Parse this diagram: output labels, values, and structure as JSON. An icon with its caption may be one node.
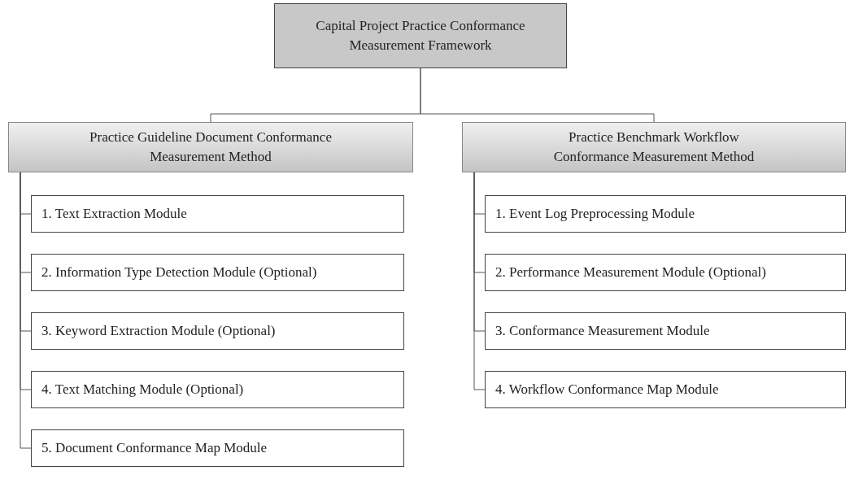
{
  "diagram": {
    "nodes": [
      {
        "text": [
          "Capital Project Practice Conformance Measurement Framework"
        ]
      },
      {
        "text": [
          "Practice Guideline Document Conformance Measurement Method"
        ]
      },
      {
        "text": [
          "1. Text Extraction Module"
        ]
      },
      {
        "text": [
          "2. Information Type Detection Module (Optional)"
        ]
      },
      {
        "text": [
          "3. Keyword Extraction Module (Optional)"
        ]
      },
      {
        "text": [
          "4. Text Matching Module (Optional)"
        ]
      },
      {
        "text": [
          "5. Document Conformance Map Module"
        ]
      },
      {
        "text": [
          "Practice Benchmark Workflow Conformance Measurement Method"
        ]
      },
      {
        "text": [
          "1. Event Log Preprocessing Module"
        ]
      },
      {
        "text": [
          "2. Performance Measurement Module (Optional)"
        ]
      },
      {
        "text": [
          "3. Conformance Measurement Module"
        ]
      },
      {
        "text": [
          "4. Workflow Conformance Map Module"
        ]
      }
    ],
    "edges": [
      {
        "from": 0,
        "to": 1,
        "arrow": "none"
      },
      {
        "from": 0,
        "to": 7,
        "arrow": "none"
      },
      {
        "from": 1,
        "to": 2,
        "arrow": "none"
      },
      {
        "from": 1,
        "to": 3,
        "arrow": "none"
      },
      {
        "from": 1,
        "to": 4,
        "arrow": "none"
      },
      {
        "from": 1,
        "to": 5,
        "arrow": "none"
      },
      {
        "from": 1,
        "to": 6,
        "arrow": "none"
      },
      {
        "from": 7,
        "to": 8,
        "arrow": "none"
      },
      {
        "from": 7,
        "to": 9,
        "arrow": "none"
      },
      {
        "from": 7,
        "to": 10,
        "arrow": "none"
      },
      {
        "from": 7,
        "to": 11,
        "arrow": "none"
      }
    ]
  }
}
